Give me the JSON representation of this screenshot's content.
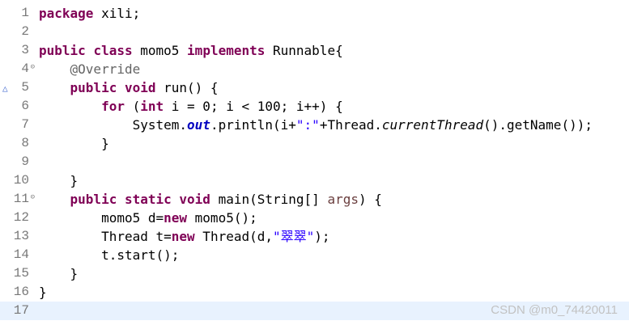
{
  "editor": {
    "current_line": 17,
    "lines": [
      {
        "number": "1",
        "tokens": [
          {
            "c": "kw",
            "t": "package"
          },
          {
            "c": "pln",
            "t": " xili;"
          }
        ]
      },
      {
        "number": "2",
        "tokens": []
      },
      {
        "number": "3",
        "tokens": [
          {
            "c": "kw",
            "t": "public"
          },
          {
            "c": "pln",
            "t": " "
          },
          {
            "c": "kw",
            "t": "class"
          },
          {
            "c": "pln",
            "t": " momo5 "
          },
          {
            "c": "kw",
            "t": "implements"
          },
          {
            "c": "pln",
            "t": " Runnable{"
          }
        ]
      },
      {
        "number": "4",
        "fold": true,
        "tokens": [
          {
            "c": "pln",
            "t": "    "
          },
          {
            "c": "ann",
            "t": "@Override"
          }
        ]
      },
      {
        "number": "5",
        "override": true,
        "tokens": [
          {
            "c": "pln",
            "t": "    "
          },
          {
            "c": "kw",
            "t": "public"
          },
          {
            "c": "pln",
            "t": " "
          },
          {
            "c": "kw",
            "t": "void"
          },
          {
            "c": "pln",
            "t": " run() {"
          }
        ]
      },
      {
        "number": "6",
        "tokens": [
          {
            "c": "pln",
            "t": "        "
          },
          {
            "c": "kw",
            "t": "for"
          },
          {
            "c": "pln",
            "t": " ("
          },
          {
            "c": "kw",
            "t": "int"
          },
          {
            "c": "pln",
            "t": " i = 0; i < 100; i++) {"
          }
        ]
      },
      {
        "number": "7",
        "tokens": [
          {
            "c": "pln",
            "t": "            System."
          },
          {
            "c": "fld",
            "t": "out"
          },
          {
            "c": "pln",
            "t": ".println(i+"
          },
          {
            "c": "str",
            "t": "\":\""
          },
          {
            "c": "pln",
            "t": "+Thread."
          },
          {
            "c": "sm",
            "t": "currentThread"
          },
          {
            "c": "pln",
            "t": "().getName());"
          }
        ]
      },
      {
        "number": "8",
        "tokens": [
          {
            "c": "pln",
            "t": "        }"
          }
        ]
      },
      {
        "number": "9",
        "tokens": []
      },
      {
        "number": "10",
        "tokens": [
          {
            "c": "pln",
            "t": "    }"
          }
        ]
      },
      {
        "number": "11",
        "fold": true,
        "tokens": [
          {
            "c": "pln",
            "t": "    "
          },
          {
            "c": "kw",
            "t": "public"
          },
          {
            "c": "pln",
            "t": " "
          },
          {
            "c": "kw",
            "t": "static"
          },
          {
            "c": "pln",
            "t": " "
          },
          {
            "c": "kw",
            "t": "void"
          },
          {
            "c": "pln",
            "t": " main(String[] "
          },
          {
            "c": "var",
            "t": "args"
          },
          {
            "c": "pln",
            "t": ") {"
          }
        ]
      },
      {
        "number": "12",
        "tokens": [
          {
            "c": "pln",
            "t": "        momo5 d="
          },
          {
            "c": "kw",
            "t": "new"
          },
          {
            "c": "pln",
            "t": " momo5();"
          }
        ]
      },
      {
        "number": "13",
        "tokens": [
          {
            "c": "pln",
            "t": "        Thread t="
          },
          {
            "c": "kw",
            "t": "new"
          },
          {
            "c": "pln",
            "t": " Thread(d,"
          },
          {
            "c": "str",
            "t": "\"翠翠\""
          },
          {
            "c": "pln",
            "t": ");"
          }
        ]
      },
      {
        "number": "14",
        "tokens": [
          {
            "c": "pln",
            "t": "        t.start();"
          }
        ]
      },
      {
        "number": "15",
        "tokens": [
          {
            "c": "pln",
            "t": "    }"
          }
        ]
      },
      {
        "number": "16",
        "tokens": [
          {
            "c": "pln",
            "t": "}"
          }
        ]
      },
      {
        "number": "17",
        "tokens": []
      }
    ]
  },
  "icons": {
    "fold": "fold-collapse-icon",
    "override": "override-marker-icon"
  },
  "watermark": "CSDN @m0_74420011",
  "colors": {
    "keyword": "#7f0055",
    "annotation": "#646464",
    "string": "#2a00ff",
    "field": "#0000c0",
    "parameter": "#6a3e3e",
    "line_number": "#787878",
    "current_line_bg": "#e8f2fe"
  }
}
